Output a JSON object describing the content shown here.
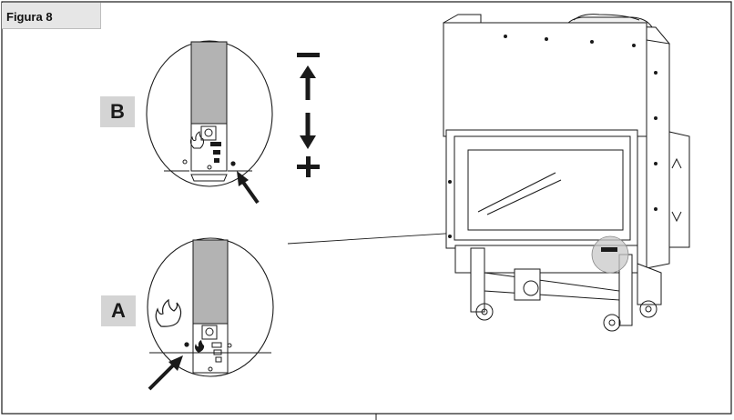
{
  "figure": {
    "title": "Figura 8"
  },
  "labels": {
    "detail_b": "B",
    "detail_a": "A"
  },
  "adjustment": {
    "decrease_symbol": "minus",
    "increase_symbol": "plus"
  },
  "colors": {
    "line": "#1a1a1a",
    "tab_bg": "#e6e6e6",
    "label_bg": "#d4d4d4",
    "lever_gray": "#b3b3b3",
    "highlight": "#c8c8c8"
  }
}
